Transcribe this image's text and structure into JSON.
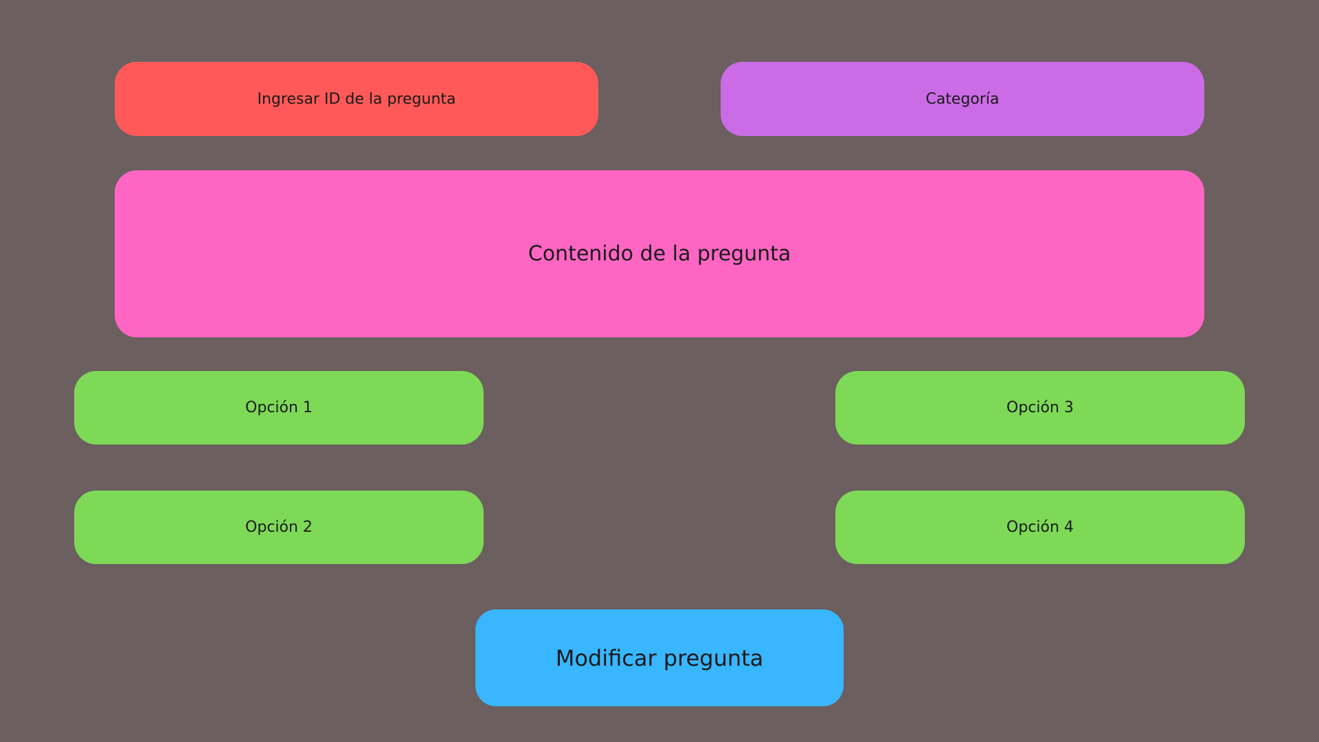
{
  "colors": {
    "background": "#6b5f5f",
    "id_field": "#ff5a59",
    "category_field": "#cb6ce6",
    "content_field": "#ff66c3",
    "option_fields": "#7ed957",
    "submit_button": "#38b6ff"
  },
  "form": {
    "id_placeholder": "Ingresar ID de la pregunta",
    "category_placeholder": "Categoría",
    "content_placeholder": "Contenido de la pregunta",
    "options": [
      "Opción 1",
      "Opción 2",
      "Opción 3",
      "Opción 4"
    ],
    "submit_label": "Modificar pregunta"
  }
}
